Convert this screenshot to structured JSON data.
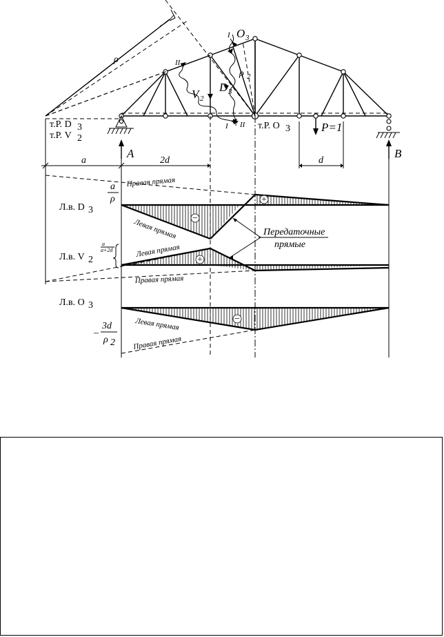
{
  "labels": {
    "rho": "ρ",
    "rho2": "ρ",
    "rho2_sub": "2",
    "O3": "O",
    "O3_sub": "3",
    "D3": "D",
    "D3_sub": "3",
    "V2": "V",
    "V2_sub": "2",
    "sec_I": "I",
    "sec_II": "II",
    "point_D3": "т.Р. D",
    "point_D3_sub": "3",
    "point_V2": "т.Р. V",
    "point_V2_sub": "2",
    "point_O3": "т.Р. O",
    "point_O3_sub": "3",
    "load": "P=1",
    "support_A": "A",
    "support_B": "B",
    "dim_a": "a",
    "dim_2d": "2d",
    "dim_d": "d",
    "ratio_a": "a",
    "ratio_rho": "ρ",
    "frac_num": "a",
    "frac_den": "a+2d",
    "frac_3d": "3d",
    "frac_rho2": "ρ",
    "frac_rho2_sub": "2",
    "minus": "–",
    "lv_D3": "Л.в. D",
    "lv_D3_sub": "3",
    "lv_V2": "Л.в. V",
    "lv_V2_sub": "2",
    "lv_O3": "Л.в. O",
    "lv_O3_sub": "3",
    "right_line": "Правая прямая",
    "left_line": "Левая прямая",
    "transfer_line_1": "Передаточные",
    "transfer_line_2": "прямые",
    "plus": "+",
    "minus_sign": "−"
  }
}
